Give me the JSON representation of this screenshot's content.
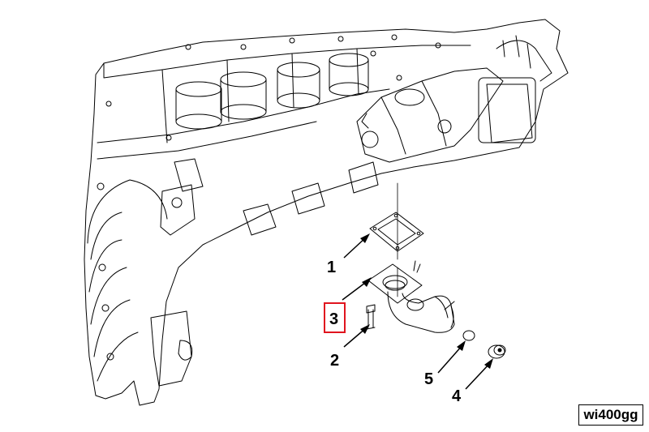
{
  "diagram": {
    "callouts": [
      {
        "id": "1",
        "text": "1"
      },
      {
        "id": "2",
        "text": "2"
      },
      {
        "id": "3",
        "text": "3",
        "highlighted": true
      },
      {
        "id": "4",
        "text": "4"
      },
      {
        "id": "5",
        "text": "5"
      }
    ],
    "reference_code": "wi400gg",
    "colors": {
      "line": "#000000",
      "highlight": "#e0141e",
      "background": "#ffffff"
    }
  }
}
